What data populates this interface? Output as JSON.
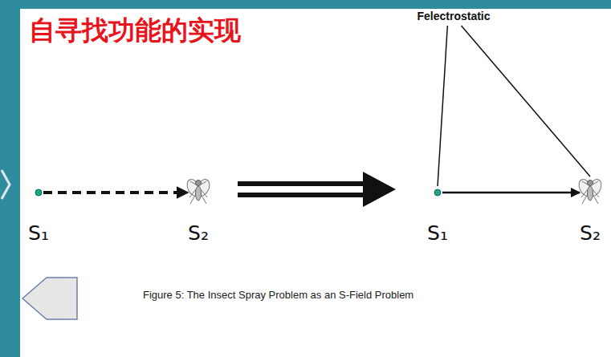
{
  "diagram": {
    "title": "自寻找功能的实现",
    "caption": "Figure 5: The Insect Spray Problem as an S-Field Problem",
    "nodes": [
      {
        "text": [
          "S₁"
        ]
      },
      {
        "text": [
          "S₂"
        ]
      },
      {
        "text": [
          "Felectrostatic"
        ]
      },
      {
        "text": [
          "S₁"
        ]
      },
      {
        "text": [
          "S₂"
        ]
      }
    ],
    "edges": [
      {
        "from": 0,
        "to": 1,
        "arrow": "to"
      },
      {
        "from": 2,
        "to": 3,
        "arrow": "none"
      },
      {
        "from": 2,
        "to": 4,
        "arrow": "none"
      },
      {
        "from": 3,
        "to": 4,
        "arrow": "to"
      }
    ]
  }
}
